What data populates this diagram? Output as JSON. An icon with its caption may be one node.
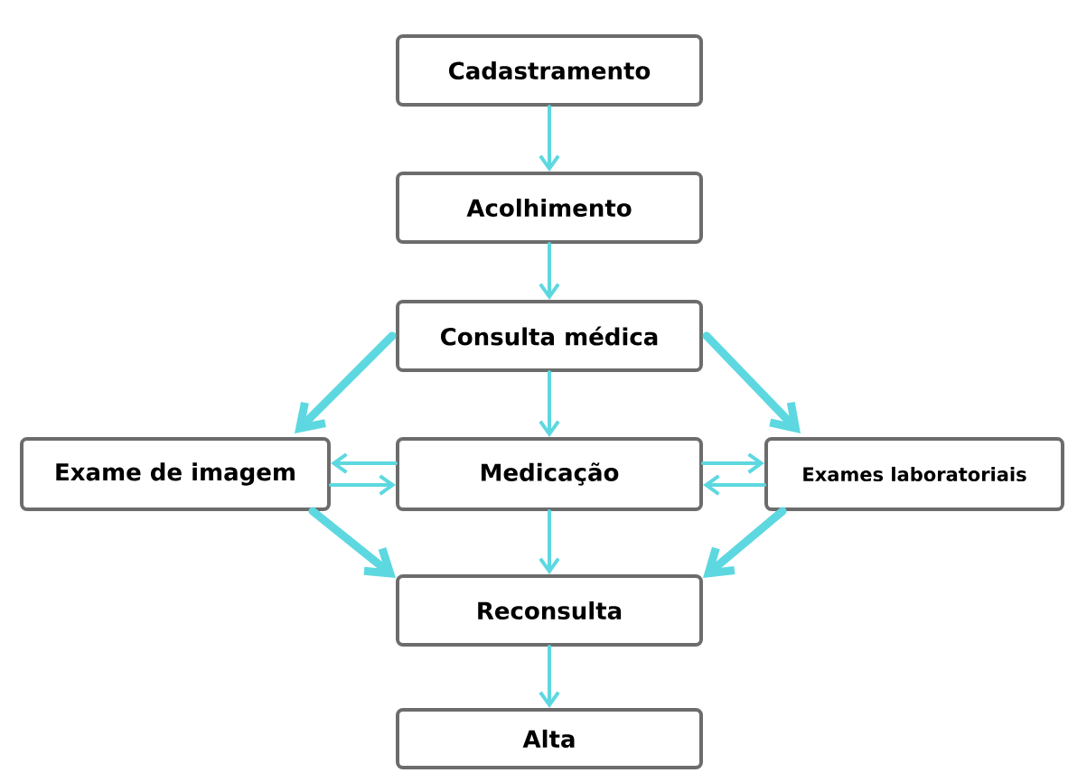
{
  "diagram": {
    "nodes": [
      {
        "text": [
          "Cadastramento"
        ]
      },
      {
        "text": [
          "Acolhimento"
        ]
      },
      {
        "text": [
          "Consulta médica"
        ]
      },
      {
        "text": [
          "Exame de imagem"
        ]
      },
      {
        "text": [
          "Medicação"
        ]
      },
      {
        "text": [
          "Exames laboratoriais"
        ]
      },
      {
        "text": [
          "Reconsulta"
        ]
      },
      {
        "text": [
          "Alta"
        ]
      }
    ],
    "edges": [
      {
        "from": 0,
        "to": 1,
        "arrow": "to"
      },
      {
        "from": 1,
        "to": 2,
        "arrow": "to"
      },
      {
        "from": 2,
        "to": 3,
        "arrow": "to",
        "style": "thick"
      },
      {
        "from": 2,
        "to": 4,
        "arrow": "to"
      },
      {
        "from": 2,
        "to": 5,
        "arrow": "to",
        "style": "thick"
      },
      {
        "from": 4,
        "to": 3,
        "arrow": "to"
      },
      {
        "from": 3,
        "to": 4,
        "arrow": "to"
      },
      {
        "from": 4,
        "to": 5,
        "arrow": "to"
      },
      {
        "from": 5,
        "to": 4,
        "arrow": "to"
      },
      {
        "from": 3,
        "to": 6,
        "arrow": "to",
        "style": "thick"
      },
      {
        "from": 4,
        "to": 6,
        "arrow": "to"
      },
      {
        "from": 5,
        "to": 6,
        "arrow": "to",
        "style": "thick"
      },
      {
        "from": 6,
        "to": 7,
        "arrow": "to"
      }
    ]
  }
}
